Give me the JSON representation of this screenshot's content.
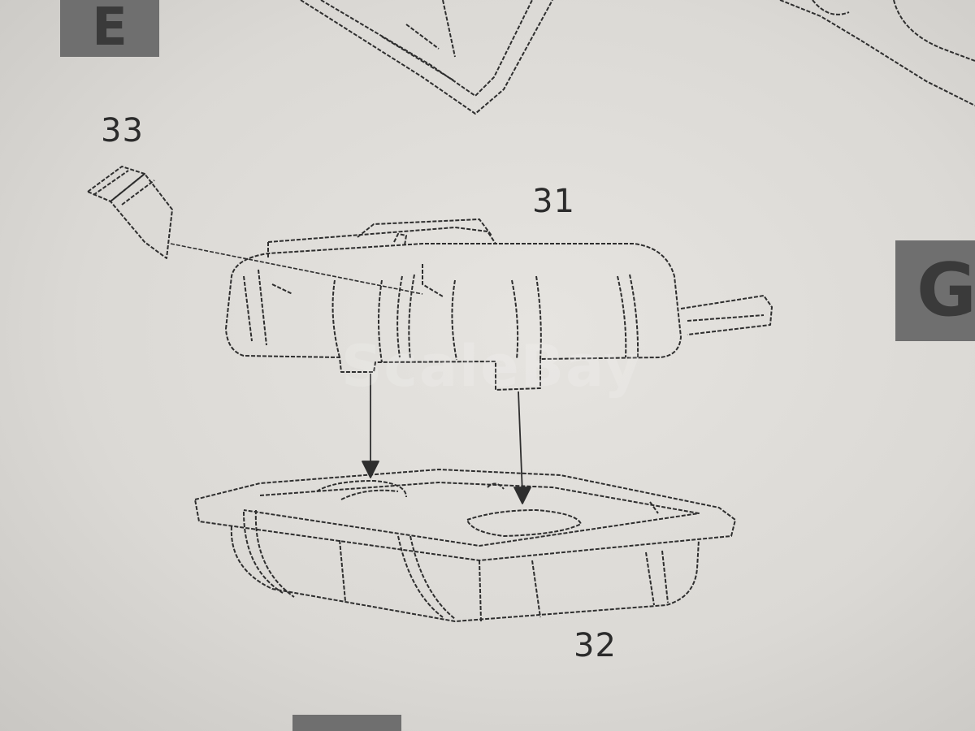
{
  "labels": {
    "part_33": "33",
    "part_31": "31",
    "part_32": "32"
  },
  "section_tabs": {
    "e": "E",
    "g": "G"
  },
  "watermark": "ScaleBay",
  "colors": {
    "paper": "#dbd9d5",
    "ink": "#2b2b2b",
    "tab": "#6f6f6f"
  }
}
